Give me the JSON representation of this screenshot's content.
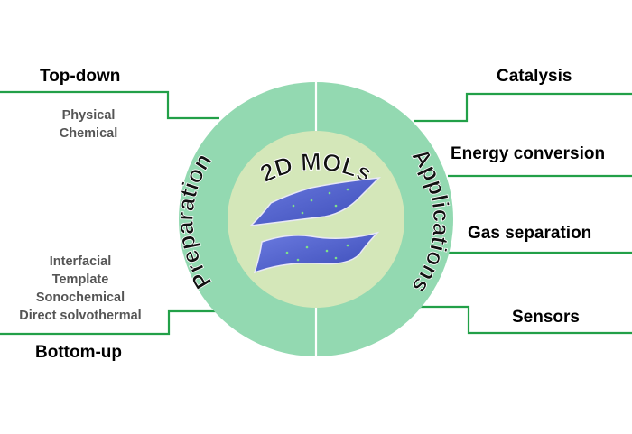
{
  "center": {
    "title": "2D MOLs"
  },
  "ring": {
    "left_label": "Preparation",
    "right_label": "Applications"
  },
  "preparation": {
    "top": {
      "title": "Top-down",
      "methods": [
        "Physical",
        "Chemical"
      ]
    },
    "bottom": {
      "title": "Bottom-up",
      "methods": [
        "Interfacial",
        "Template",
        "Sonochemical",
        "Direct solvothermal"
      ]
    }
  },
  "applications": [
    "Catalysis",
    "Energy conversion",
    "Gas separation",
    "Sensors"
  ],
  "colors": {
    "ring": "#93d9b1",
    "inner": "#d4e7b9",
    "lines": "#22a048",
    "sheet": "#5567cf",
    "sheet_edge": "#e8e8f5",
    "divider": "#ffffff"
  }
}
